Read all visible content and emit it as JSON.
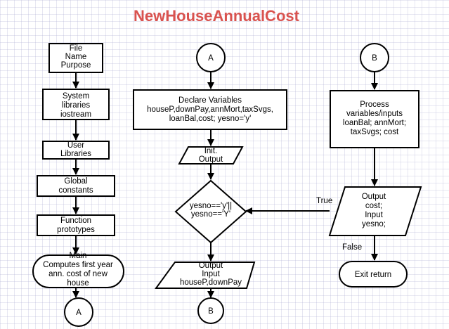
{
  "title": "NewHouseAnnualCost",
  "colors": {
    "title": "#d9534f",
    "stroke": "#000000",
    "fill": "#ffffff"
  },
  "nodes": {
    "file_header": {
      "lines": [
        "File",
        "Name",
        "Purpose"
      ]
    },
    "system_libraries": {
      "lines": [
        "System",
        "libraries",
        "iostream"
      ]
    },
    "user_libraries": {
      "lines": [
        "User",
        "Libraries"
      ]
    },
    "global_constants": {
      "lines": [
        "Global",
        "constants"
      ]
    },
    "function_prototypes": {
      "lines": [
        "Function",
        "prototypes"
      ]
    },
    "main": {
      "lines": [
        "Main",
        "Computes first year",
        "ann. cost of new",
        "house"
      ]
    },
    "connector_a_bottom": {
      "lines": [
        "A"
      ]
    },
    "connector_a_top": {
      "lines": [
        "A"
      ]
    },
    "declare_variables": {
      "lines": [
        "Declare Variables",
        "houseP,downPay,annMort,taxSvgs,",
        "loanBal,cost; yesno='y'"
      ]
    },
    "init_output": {
      "lines": [
        "Init.",
        "Output"
      ]
    },
    "decision": {
      "lines": [
        "yesno=='y'||",
        "yesno=='Y'"
      ]
    },
    "output_input": {
      "lines": [
        "Output",
        "Input",
        "houseP,downPay"
      ]
    },
    "connector_b_bottom": {
      "lines": [
        "B"
      ]
    },
    "connector_b_top": {
      "lines": [
        "B"
      ]
    },
    "process": {
      "lines": [
        "Process",
        "variables/inputs",
        "loanBal; annMort;",
        "taxSvgs; cost"
      ]
    },
    "output_cost": {
      "lines": [
        "Output",
        "cost;",
        "Input",
        "yesno;"
      ]
    },
    "exit_return": {
      "lines": [
        "Exit return"
      ]
    }
  },
  "edge_labels": {
    "true": "True",
    "false": "False"
  }
}
